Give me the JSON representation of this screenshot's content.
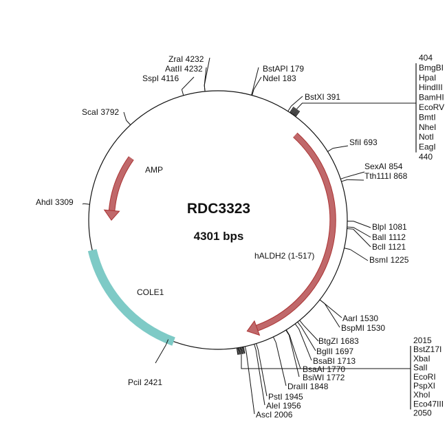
{
  "plasmid": {
    "name": "RDC3323",
    "length_label": "4301 bps",
    "length": 4301
  },
  "features": [
    {
      "name": "AMP",
      "start": 3650,
      "end": 3225,
      "color": "#c0686a",
      "type": "arrow"
    },
    {
      "name": "hALDH2 (1-517)",
      "start": 505,
      "end": 1975,
      "color": "#c0686a",
      "type": "arrow"
    },
    {
      "name": "COLE1",
      "start": 3065,
      "end": 2390,
      "color": "#7ecac6",
      "type": "band"
    }
  ],
  "sites": [
    {
      "label": "ZraI 4232",
      "pos": 4232
    },
    {
      "label": "AatII 4232",
      "pos": 4232
    },
    {
      "label": "SspI 4116",
      "pos": 4116
    },
    {
      "label": "BstAPI 179",
      "pos": 179
    },
    {
      "label": "NdeI 183",
      "pos": 183
    },
    {
      "label": "BstXI 391",
      "pos": 391
    },
    {
      "label": "SfiI 693",
      "pos": 693
    },
    {
      "label": "SexAI 854",
      "pos": 854
    },
    {
      "label": "Tth111I 868",
      "pos": 868
    },
    {
      "label": "BlpI 1081",
      "pos": 1081
    },
    {
      "label": "BalI 1112",
      "pos": 1112
    },
    {
      "label": "BclI 1121",
      "pos": 1121
    },
    {
      "label": "BsmI 1225",
      "pos": 1225
    },
    {
      "label": "AarI 1530",
      "pos": 1530
    },
    {
      "label": "BspMI 1530",
      "pos": 1530
    },
    {
      "label": "BtgZI 1683",
      "pos": 1683
    },
    {
      "label": "BglII 1697",
      "pos": 1697
    },
    {
      "label": "BsaBI 1713",
      "pos": 1713
    },
    {
      "label": "BsaAI 1770",
      "pos": 1770
    },
    {
      "label": "BsiWI 1772",
      "pos": 1772
    },
    {
      "label": "DraIII 1848",
      "pos": 1848
    },
    {
      "label": "PstI 1945",
      "pos": 1945
    },
    {
      "label": "AleI 1956",
      "pos": 1956
    },
    {
      "label": "AscI 2006",
      "pos": 2006
    },
    {
      "label": "PciI 2421",
      "pos": 2421
    },
    {
      "label": "AhdI 3309",
      "pos": 3309
    },
    {
      "label": "ScaI 3792",
      "pos": 3792
    }
  ],
  "clusters": [
    {
      "start_label": "404",
      "end_label": "440",
      "start": 404,
      "end": 440,
      "enzymes": [
        "BmgBI",
        "HpaI",
        "HindIII",
        "BamHI",
        "EcoRV",
        "BmtI",
        "NheI",
        "NotI",
        "EagI"
      ]
    },
    {
      "start_label": "2015",
      "end_label": "2050",
      "start": 2015,
      "end": 2050,
      "enzymes": [
        "BstZ17I",
        "XbaI",
        "SalI",
        "EcoRI",
        "PspXI",
        "XhoI",
        "Eco47III"
      ]
    }
  ]
}
